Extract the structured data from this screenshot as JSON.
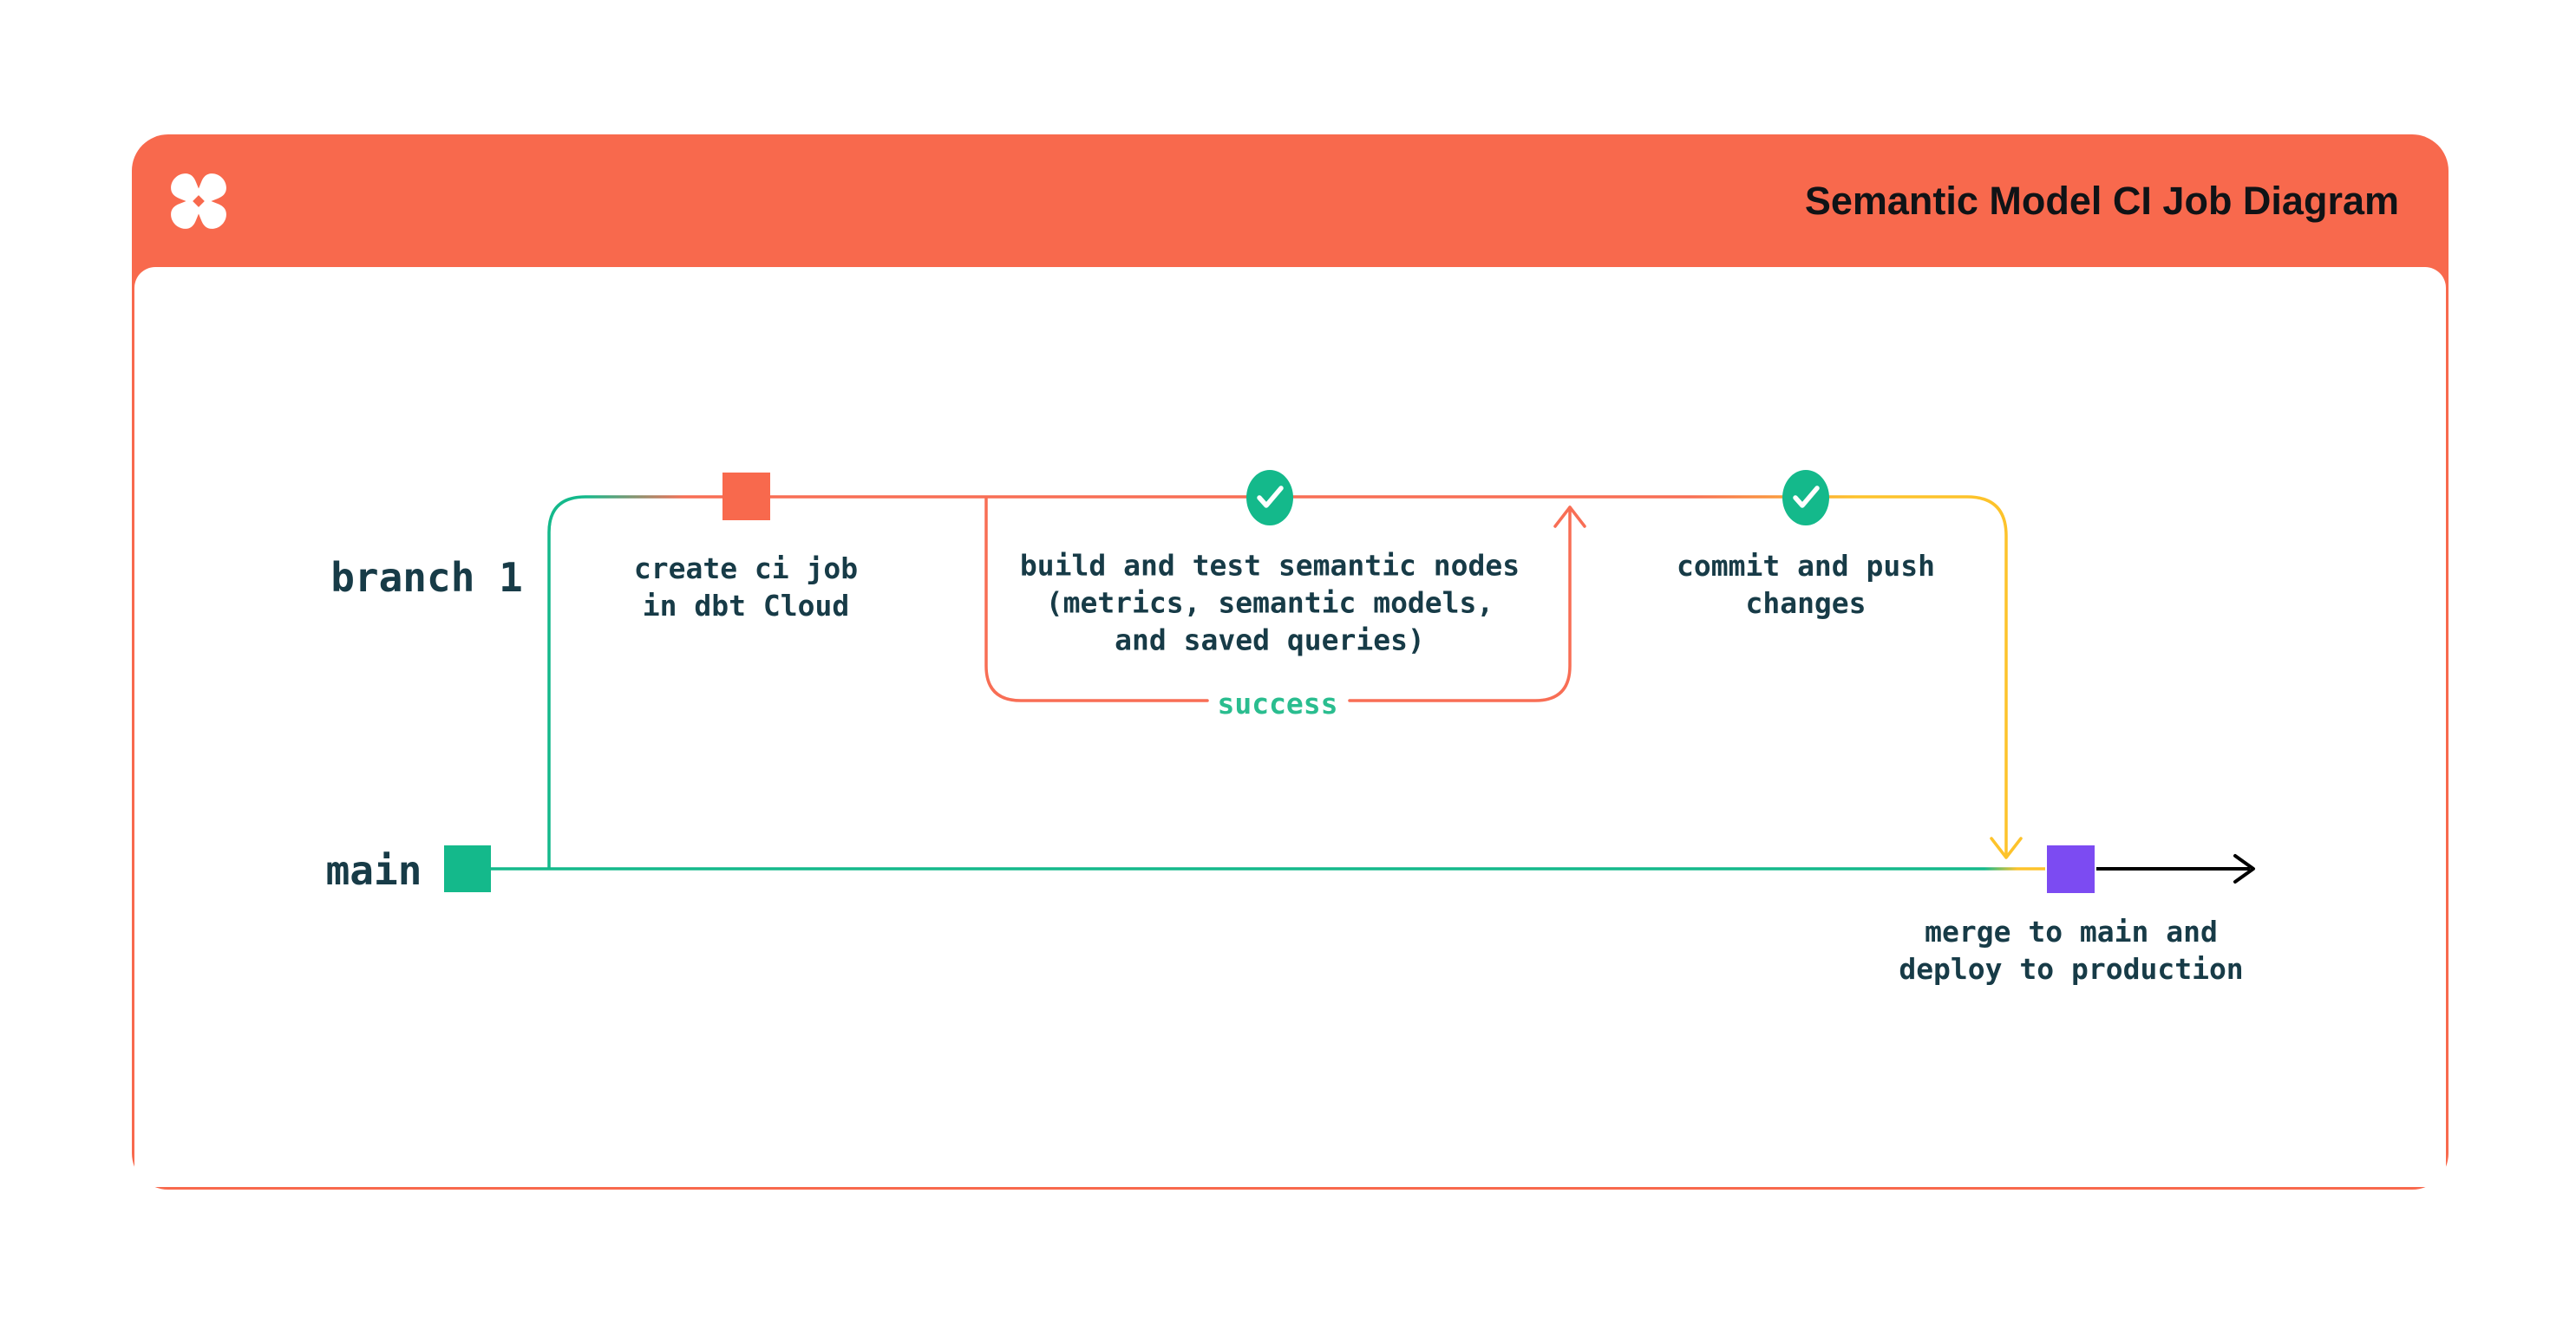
{
  "header": {
    "title": "Semantic Model CI Job Diagram",
    "logo": "dbt-logo"
  },
  "diagram": {
    "branch_label": "branch 1",
    "main_label": "main",
    "loop_label": "success",
    "nodes": {
      "create": {
        "label": "create ci job\nin dbt Cloud",
        "marker": "orange-square"
      },
      "build": {
        "label": "build and test semantic nodes\n(metrics, semantic models,\nand saved queries)",
        "marker": "check-circle"
      },
      "commit": {
        "label": "commit and push\nchanges",
        "marker": "check-circle"
      },
      "merge": {
        "label": "merge to main and\ndeploy to production",
        "marker": "purple-square"
      }
    }
  },
  "colors": {
    "orange": "#F8694D",
    "salmon": "#F86E55",
    "green": "#14B98B",
    "success-green": "#2ABD8F",
    "yellow": "#FDC32B",
    "purple": "#7C4BF2",
    "ink": "#173B47",
    "title-ink": "#101316",
    "card-bg": "#FFFFFF"
  }
}
